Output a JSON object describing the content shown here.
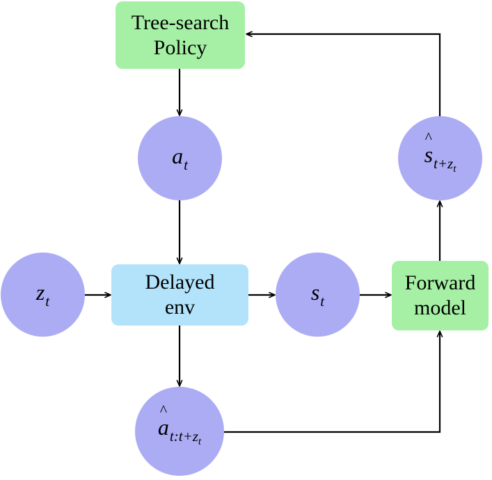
{
  "nodes": {
    "policy": {
      "line1": "Tree-search",
      "line2": "Policy"
    },
    "env": {
      "line1": "Delayed",
      "line2": "env"
    },
    "forward": {
      "line1": "Forward",
      "line2": "model"
    },
    "a_t": {
      "base": "a",
      "sub": "t"
    },
    "z_t": {
      "base": "z",
      "sub": "t"
    },
    "s_t": {
      "base": "s",
      "sub": "t"
    },
    "s_hat": {
      "hat": "^",
      "base": "s",
      "sub_main": "t+z",
      "sub_sub": "t"
    },
    "a_hat": {
      "hat": "^",
      "base": "a",
      "sub_main": "t:t+z",
      "sub_sub": "t"
    }
  },
  "colors": {
    "policy_forward_fill": "#a6f0a6",
    "env_fill": "#b3e3fa",
    "variable_fill": "#acacf5",
    "edge": "#000000"
  },
  "edges": [
    {
      "from": "policy",
      "to": "a_t"
    },
    {
      "from": "a_t",
      "to": "env"
    },
    {
      "from": "z_t",
      "to": "env"
    },
    {
      "from": "env",
      "to": "s_t"
    },
    {
      "from": "env",
      "to": "a_hat"
    },
    {
      "from": "s_t",
      "to": "forward"
    },
    {
      "from": "a_hat",
      "to": "forward"
    },
    {
      "from": "forward",
      "to": "s_hat"
    },
    {
      "from": "s_hat",
      "to": "policy"
    }
  ]
}
